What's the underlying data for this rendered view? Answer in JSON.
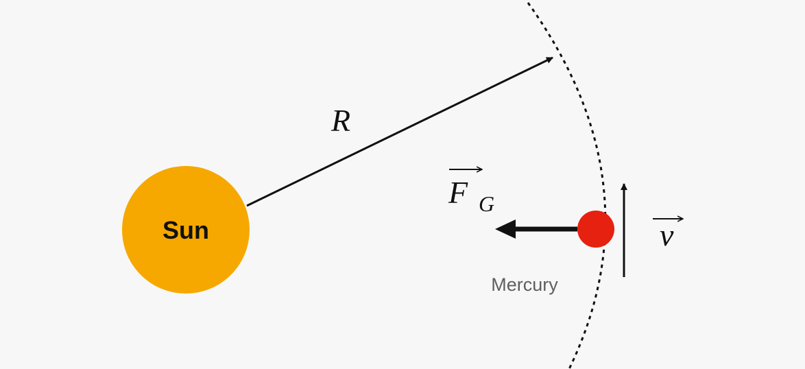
{
  "diagram": {
    "sun": {
      "label": "Sun",
      "color": "#f6a800"
    },
    "planet": {
      "label": "Mercury",
      "color": "#e62110"
    },
    "radius": {
      "label": "R"
    },
    "gravity_force": {
      "symbol": "F",
      "subscript": "G"
    },
    "velocity": {
      "symbol": "v"
    },
    "orbit": {
      "style": "dotted"
    },
    "colors": {
      "background": "#f7f7f7",
      "ink": "#111111",
      "caption": "#5f5f5f"
    }
  }
}
